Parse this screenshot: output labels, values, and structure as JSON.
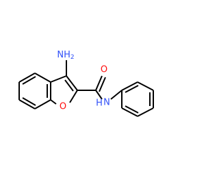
{
  "molecule": {
    "atoms": {
      "amine": {
        "label": "NH",
        "subscript": "2"
      },
      "carbonyl_oxygen": {
        "label": "O"
      },
      "furan_oxygen": {
        "label": "O"
      },
      "amide_nitrogen": {
        "label": "N",
        "hydrogen": "H"
      }
    }
  },
  "colors": {
    "bond": "#000000",
    "nitrogen": "#3050F8",
    "oxygen": "#FF0D0D"
  }
}
